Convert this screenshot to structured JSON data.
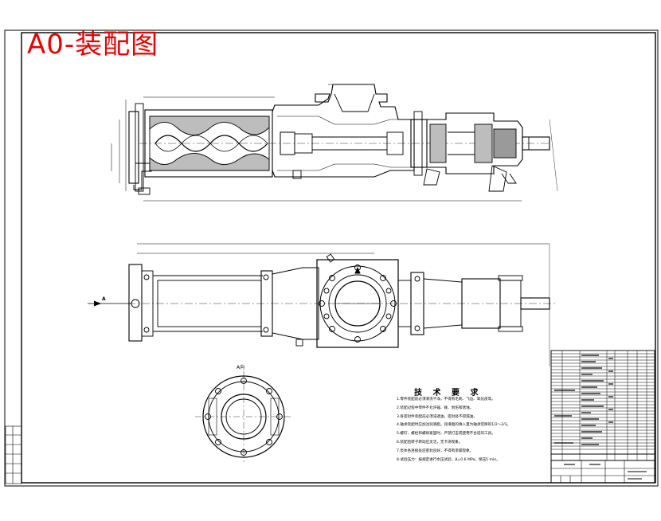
{
  "drawing": {
    "title": "A0-装配图",
    "section_view_label": "A向",
    "arrow_label": "A"
  },
  "technical_requirements": {
    "heading": "技 术 要 求",
    "items": [
      "1.零件装配前必须清洗干净，不得有毛刺、飞边、氧化皮等。",
      "2.装配过程中零件不允许磕、碰、划伤和锈蚀。",
      "3.各密封件装配前必须浸透油，密封处不得漏油。",
      "4.轴承装配时应加注润滑脂，润滑脂的填入量为轴承空隙的1/2～2/3。",
      "5.螺钉、螺栓和螺母紧固时，严禁打击或使用不合适的工具。",
      "6.装配后转子转动应灵活，无卡滞现象。",
      "7.泵体各连接处应密封良好，不得有渗漏现象。",
      "8.试验压力：按规定进行水压试验，Δ=0.6 MPa，保压5 min。"
    ]
  }
}
